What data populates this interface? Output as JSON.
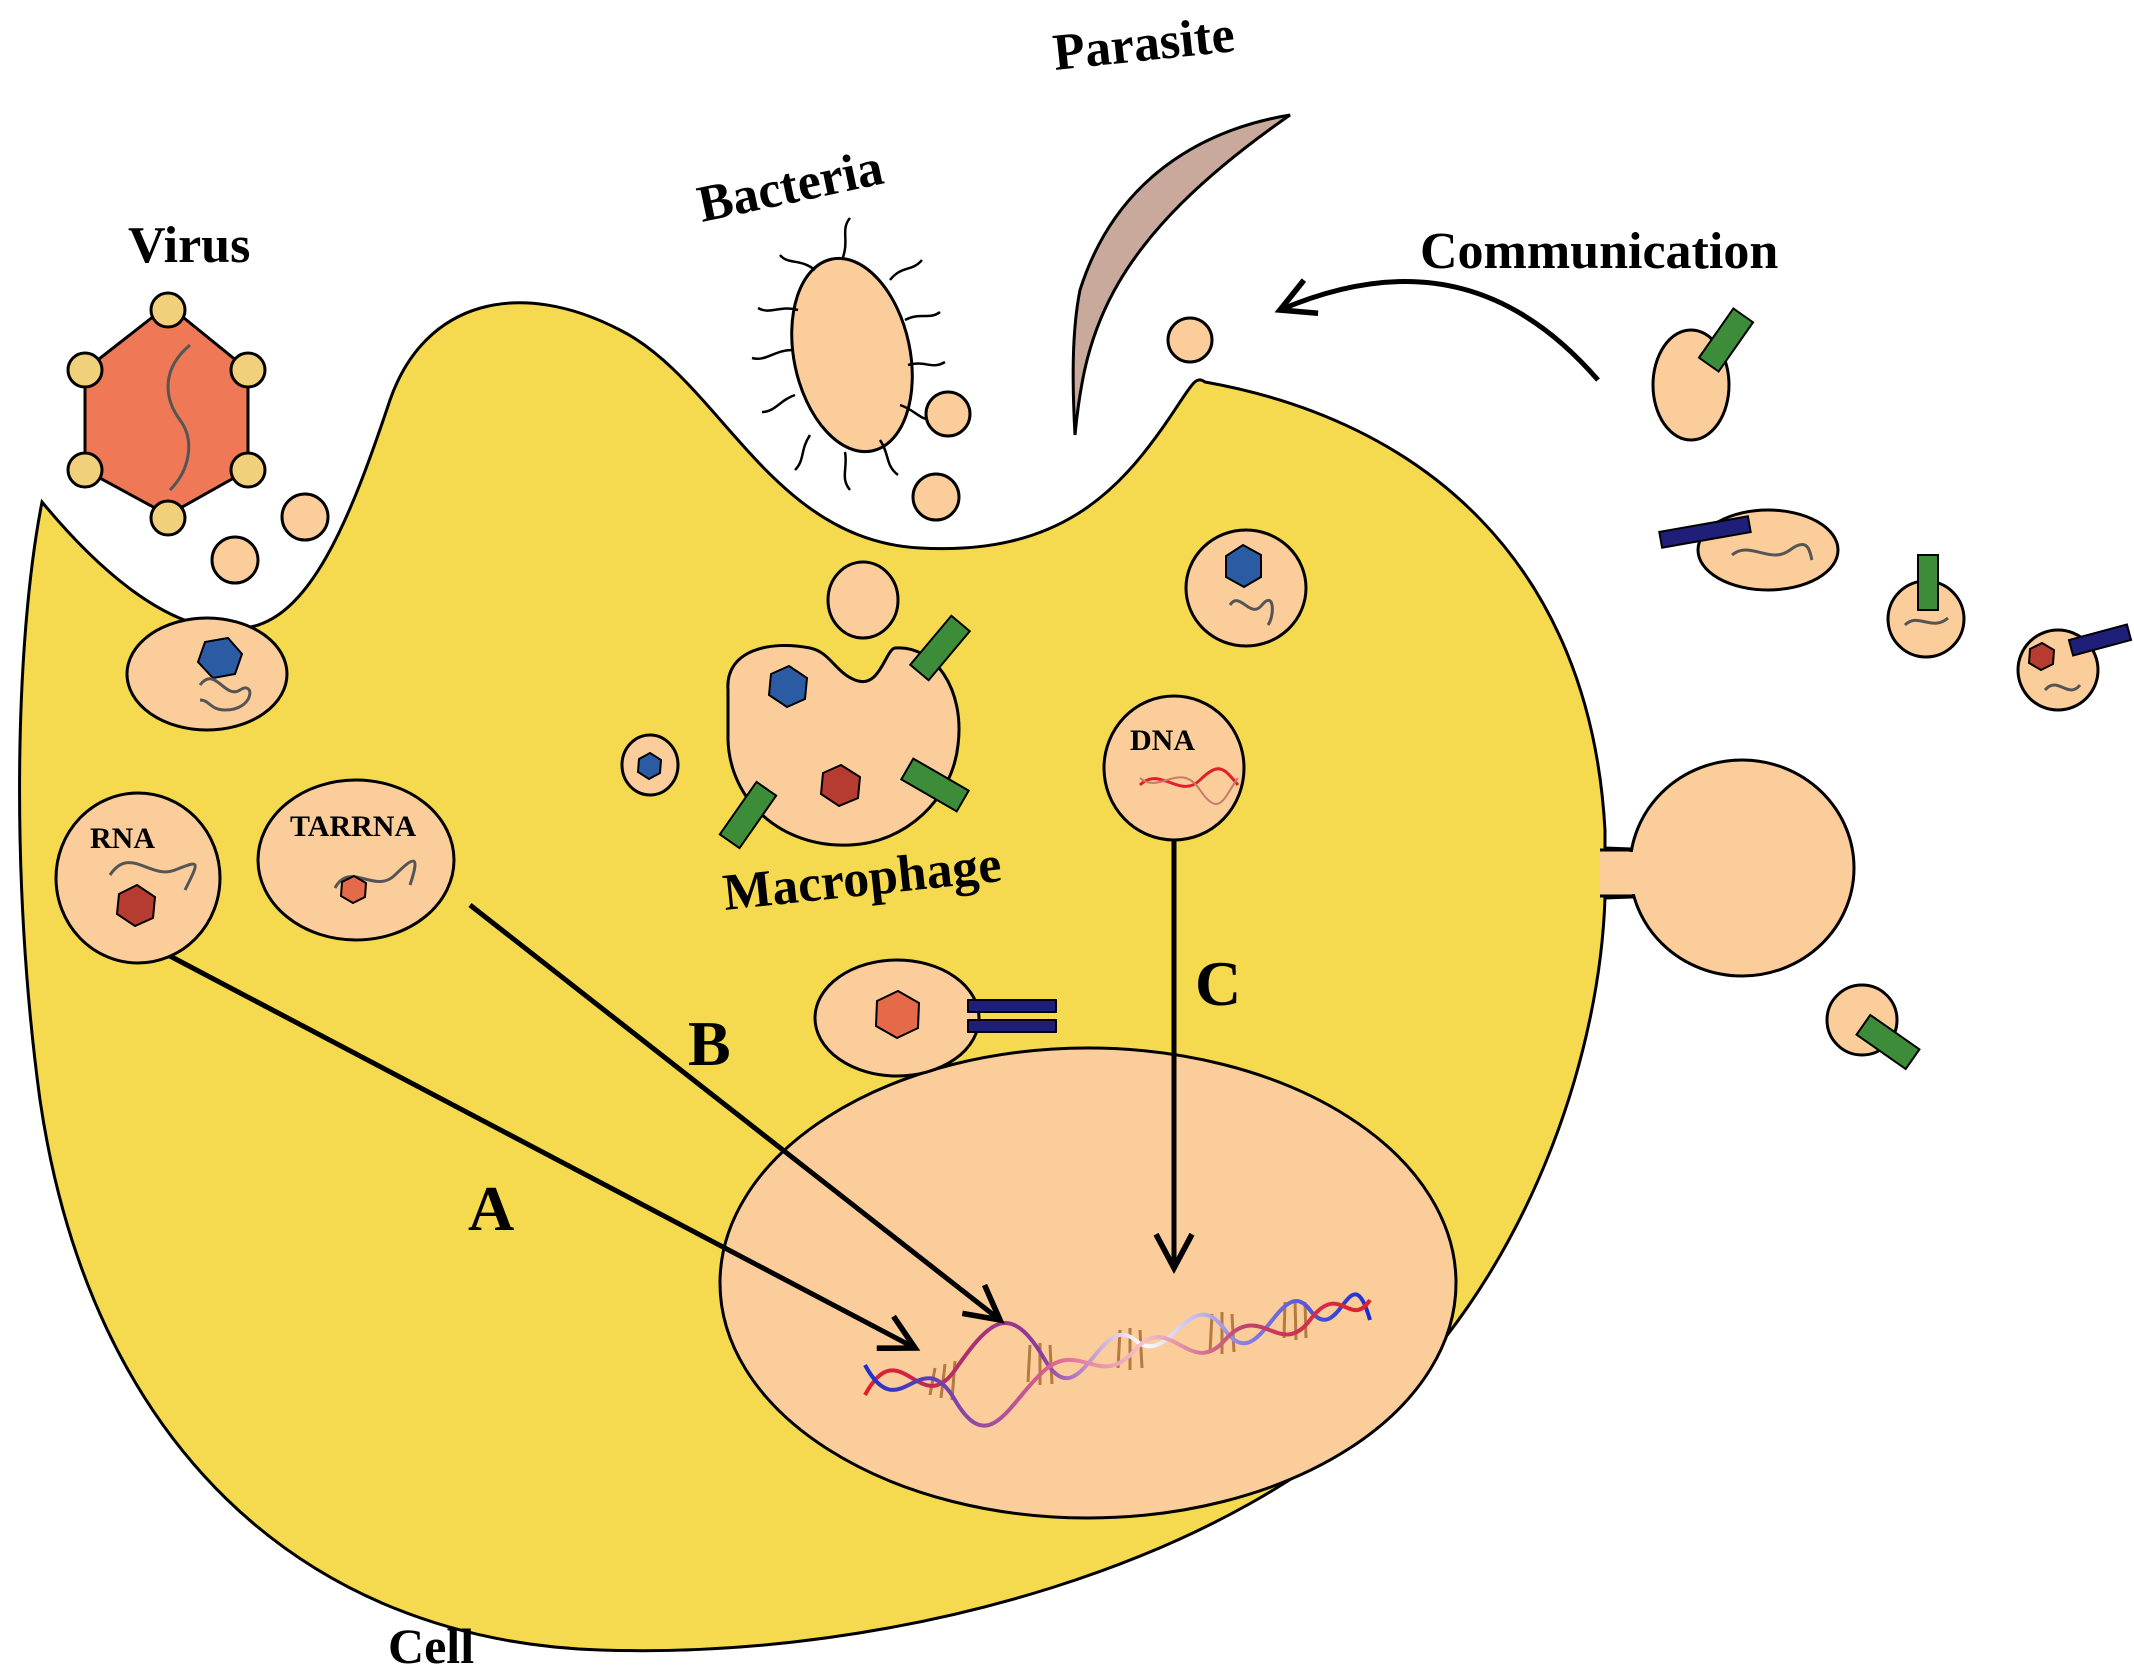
{
  "labels": {
    "virus": "Virus",
    "bacteria": "Bacteria",
    "parasite": "Parasite",
    "communication": "Communication",
    "macrophage": "Macrophage",
    "cell": "Cell",
    "rna": "RNA",
    "tarrna": "TARRNA",
    "dna": "DNA",
    "path_a": "A",
    "path_b": "B",
    "path_c": "C"
  },
  "colors": {
    "cell": "#f5d94f",
    "vesicle": "#fbcd9b",
    "virus": "#ef7856",
    "virus_node": "#f0d07a",
    "parasite": "#c8a99c",
    "hex_blue": "#2b5ca3",
    "hex_red": "#b63b31",
    "hex_orange": "#e56a49",
    "receptor_green": "#3c8c3a",
    "receptor_navy": "#1f1f7a",
    "dna_red": "#e0202a",
    "dna_blue": "#1a2fd1",
    "rung": "#b47a3e"
  }
}
